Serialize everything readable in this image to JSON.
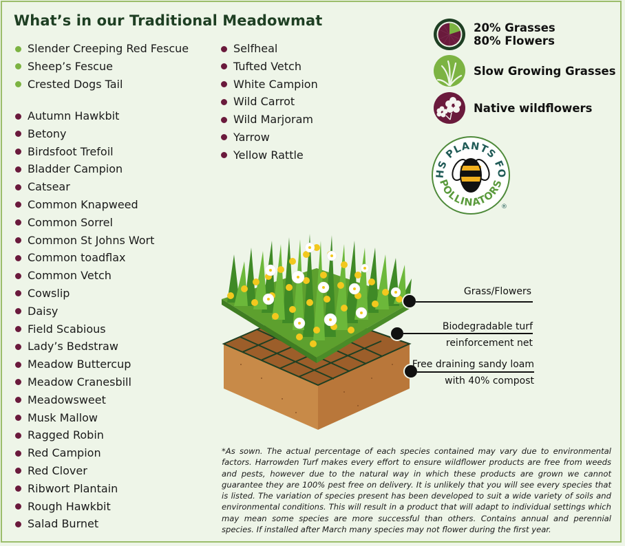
{
  "title": "What’s in our Traditional Meadowmat",
  "grasses": [
    "Slender Creeping Red Fescue",
    "Sheep’s Fescue",
    "Crested Dogs Tail"
  ],
  "flowers_col1": [
    "Autumn Hawkbit",
    "Betony",
    "Birdsfoot Trefoil",
    "Bladder Campion",
    "Catsear",
    "Common Knapweed",
    "Common Sorrel",
    "Common St Johns Wort",
    "Common toadflax",
    "Common Vetch",
    "Cowslip",
    "Daisy",
    "Field Scabious",
    "Lady’s Bedstraw",
    "Meadow Buttercup",
    "Meadow Cranesbill",
    "Meadowsweet",
    "Musk Mallow",
    "Ragged Robin",
    "Red Campion",
    "Red Clover",
    "Ribwort Plantain",
    "Rough Hawkbit",
    "Salad Burnet"
  ],
  "flowers_col2": [
    "Selfheal",
    "Tufted Vetch",
    "White Campion",
    "Wild Carrot",
    "Wild Marjoram",
    "Yarrow",
    "Yellow Rattle"
  ],
  "features": [
    {
      "icon": "pie-chart-icon",
      "line1": "20% Grasses",
      "line2": "80% Flowers"
    },
    {
      "icon": "grass-icon",
      "line1": "Slow Growing Grasses"
    },
    {
      "icon": "wildflower-icon",
      "line1": "Native wildflowers"
    }
  ],
  "rhs_badge": {
    "top_text": "RHS PLANTS FOR",
    "bottom_text": "POLLINATORS",
    "mark": "®"
  },
  "callouts": [
    {
      "line1": "Grass/Flowers"
    },
    {
      "line1": "Biodegradable turf",
      "line2": "reinforcement net"
    },
    {
      "line1": "Free draining sandy loam",
      "line2": "with 40% compost"
    }
  ],
  "disclaimer": "*As sown. The actual percentage of each species contained may vary due to environmental factors. Harrowden Turf makes every effort to ensure wildflower products are free from weeds and pests, however due to the natural way in which these products are grown we cannot guarantee they are 100% pest  free on delivery. It is unlikely that you will see every species that is listed. The variation of species present has been developed to suit a wide variety of soils and environmental conditions. This will result in a product that will adapt to individual settings which may mean some species are more successful than others. Contains annual and perennial species. If installed after March many species may not flower during the first year.",
  "colors": {
    "background": "#eef5e8",
    "border": "#9bbd6b",
    "title": "#1e3f23",
    "grass_bullet": "#7cb342",
    "flower_bullet": "#6a1a3c",
    "dark_green": "#1e3f23",
    "soil": "#b9773a"
  }
}
